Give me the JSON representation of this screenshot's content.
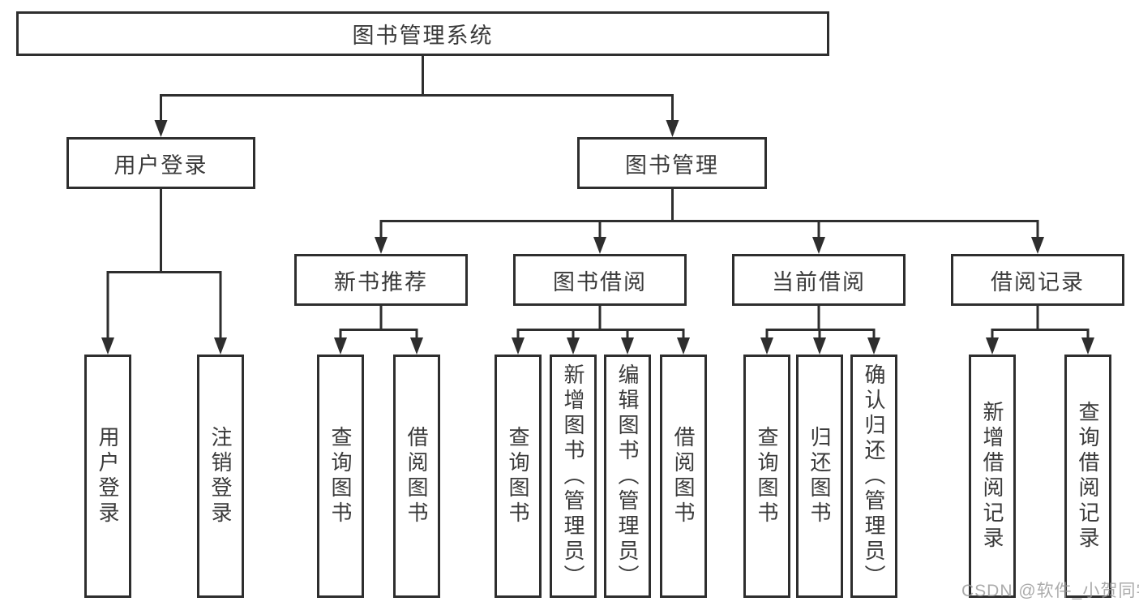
{
  "diagram": {
    "watermark": "CSDN @软件_小贺同学",
    "colors": {
      "line": "#2e2e2e",
      "text": "#3a3a3a",
      "background": "#ffffff",
      "watermark": "#989898"
    },
    "tree": {
      "label": "图书管理系统",
      "children": [
        {
          "label": "用户登录",
          "children": [
            {
              "label": "用户登录"
            },
            {
              "label": "注销登录"
            }
          ]
        },
        {
          "label": "图书管理",
          "children": [
            {
              "label": "新书推荐",
              "children": [
                {
                  "label": "查询图书"
                },
                {
                  "label": "借阅图书"
                }
              ]
            },
            {
              "label": "图书借阅",
              "children": [
                {
                  "label": "查询图书"
                },
                {
                  "label": "新增图书（管理员）"
                },
                {
                  "label": "编辑图书（管理员）"
                },
                {
                  "label": "借阅图书"
                }
              ]
            },
            {
              "label": "当前借阅",
              "children": [
                {
                  "label": "查询图书"
                },
                {
                  "label": "归还图书"
                },
                {
                  "label": "确认归还（管理员）"
                }
              ]
            },
            {
              "label": "借阅记录",
              "children": [
                {
                  "label": "新增借阅记录"
                },
                {
                  "label": "查询借阅记录"
                }
              ]
            }
          ]
        }
      ]
    }
  }
}
